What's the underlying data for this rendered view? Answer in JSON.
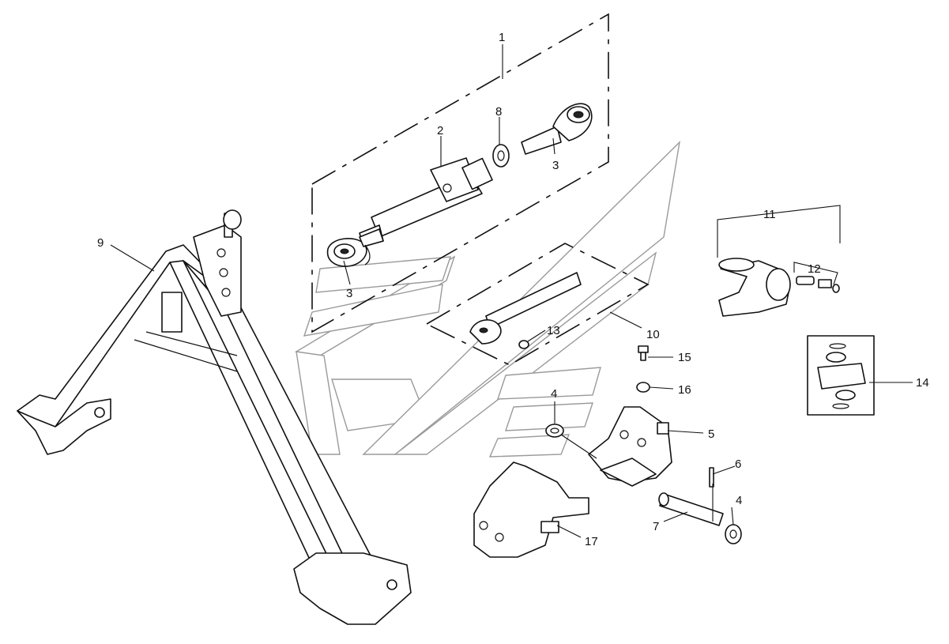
{
  "labels": [
    {
      "id": "1",
      "text": "1"
    },
    {
      "id": "2",
      "text": "2"
    },
    {
      "id": "3a",
      "text": "3"
    },
    {
      "id": "3b",
      "text": "3"
    },
    {
      "id": "4a",
      "text": "4"
    },
    {
      "id": "4b",
      "text": "4"
    },
    {
      "id": "5",
      "text": "5"
    },
    {
      "id": "6",
      "text": "6"
    },
    {
      "id": "7",
      "text": "7"
    },
    {
      "id": "8",
      "text": "8"
    },
    {
      "id": "9",
      "text": "9"
    },
    {
      "id": "10",
      "text": "10"
    },
    {
      "id": "11",
      "text": "11"
    },
    {
      "id": "12",
      "text": "12"
    },
    {
      "id": "13",
      "text": "13"
    },
    {
      "id": "14",
      "text": "14"
    },
    {
      "id": "15",
      "text": "15"
    },
    {
      "id": "16",
      "text": "16"
    },
    {
      "id": "17",
      "text": "17"
    }
  ]
}
